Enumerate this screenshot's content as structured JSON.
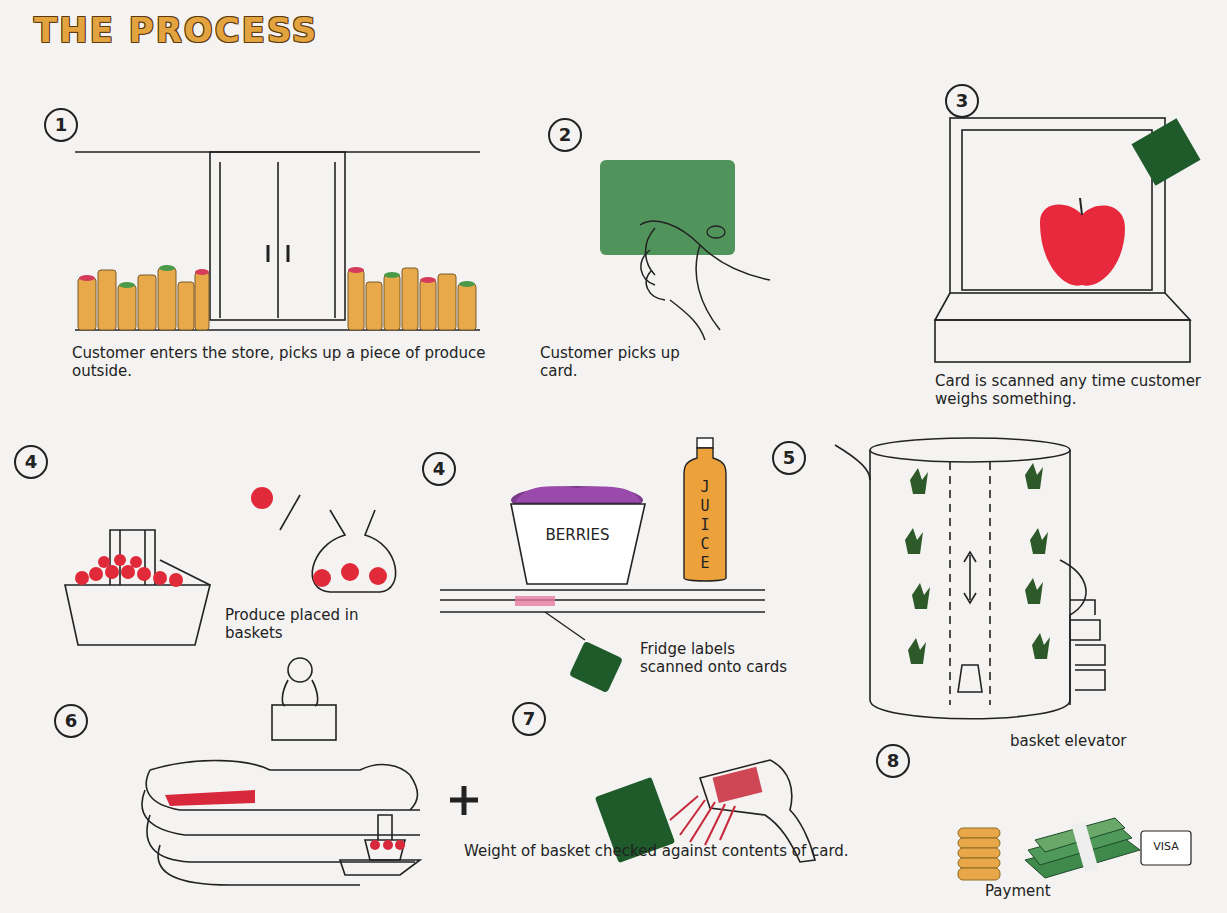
{
  "diagram": {
    "title": "THE PROCESS",
    "nodes": [
      {
        "text": [
          "BERRIES"
        ]
      },
      {
        "text": [
          "JUICE"
        ]
      },
      {
        "text": [
          "VISA"
        ]
      }
    ],
    "labels": [
      "1",
      "Customer enters the store, picks up a piece of produce outside.",
      "2",
      "Customer picks up card.",
      "3",
      "Card is scanned any time customer weighs something.",
      "4",
      "Produce placed in baskets",
      "4",
      "Fridge labels scanned onto cards",
      "5",
      "basket elevator",
      "6",
      "7",
      "Weight of basket checked against contents of card.",
      "8",
      "Payment"
    ]
  }
}
